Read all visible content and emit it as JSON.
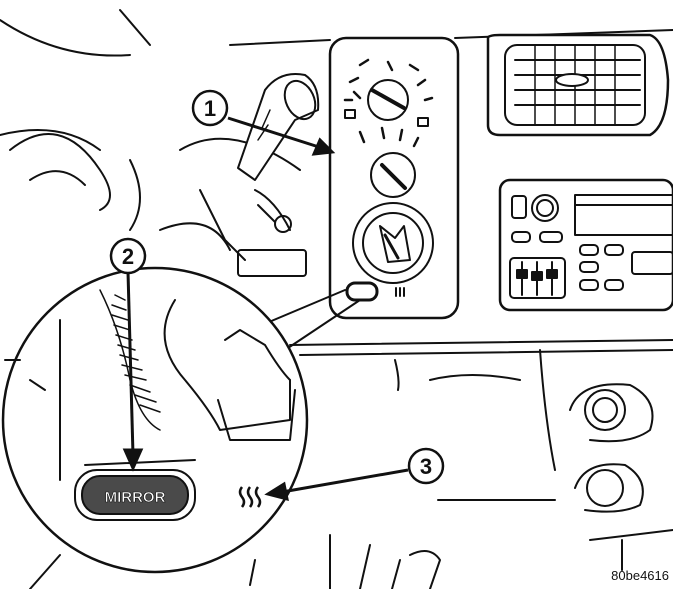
{
  "figure": {
    "callouts": [
      {
        "number": "1",
        "target": "heater-ac-control-panel"
      },
      {
        "number": "2",
        "target": "mirror-heater-switch"
      },
      {
        "number": "3",
        "target": "indicator-lamp"
      }
    ],
    "mirror_button_label": "MIRROR",
    "figure_id": "80be4616",
    "colors": {
      "ink": "#111111",
      "background": "#ffffff",
      "button_fill": "#4a4a4a",
      "button_text": "#ffffff"
    }
  }
}
